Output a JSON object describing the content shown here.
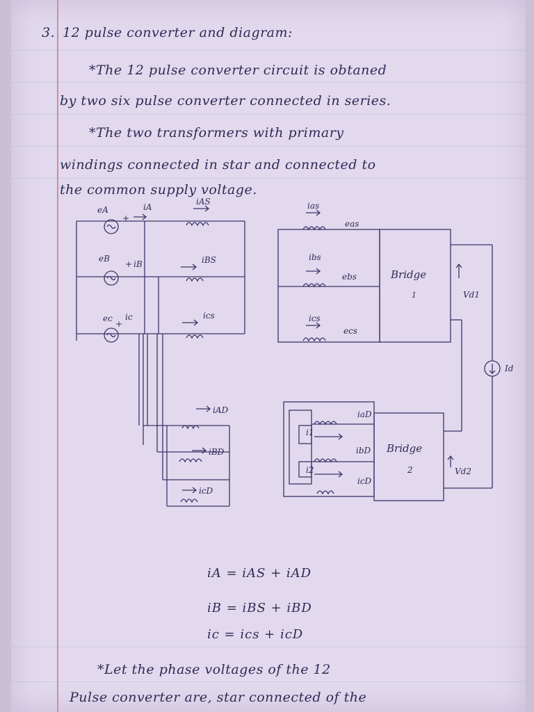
{
  "document": {
    "heading_number": "3.",
    "heading": "12 pulse converter and diagram:",
    "paragraph1": {
      "line1": "*The 12 pulse converter circuit is obtaned",
      "line2": "by two six pulse converter connected in series."
    },
    "paragraph2": {
      "line1": "*The two transformers with primary",
      "line2": "windings connected in star and connected to",
      "line3": "the common supply voltage."
    },
    "equations": [
      "iA = iAS + iAD",
      "iB = iBS + iBD",
      "ic = ics + icD"
    ],
    "paragraph3": {
      "line1": "*Let the phase voltages of the 12",
      "line2": "Pulse converter are, star connected of the"
    }
  },
  "diagram": {
    "source_labels": [
      "eA",
      "eB",
      "ec"
    ],
    "line_currents": [
      "iA",
      "iB",
      "ic"
    ],
    "primary_star_currents": [
      "iAS",
      "iBS",
      "ics"
    ],
    "primary_delta_currents": [
      "iAD",
      "iBD",
      "icD"
    ],
    "secondary_star_currents": [
      "ias",
      "ibs",
      "ics"
    ],
    "secondary_star_voltages": [
      "eas",
      "ebs",
      "ecs"
    ],
    "secondary_delta_currents": [
      "iaD",
      "ibD",
      "icD"
    ],
    "delta_arrow_labels": [
      "i1",
      "i2"
    ],
    "bridge1_label": "Bridge",
    "bridge1_number": "1",
    "bridge2_label": "Bridge",
    "bridge2_number": "2",
    "vd1": "Vd1",
    "vd2": "Vd2",
    "dc_current": "Id",
    "plus_sign": "+"
  },
  "colors": {
    "paper": "#e2d9ee",
    "ink": "#2e2a55",
    "margin": "#d48c93"
  }
}
